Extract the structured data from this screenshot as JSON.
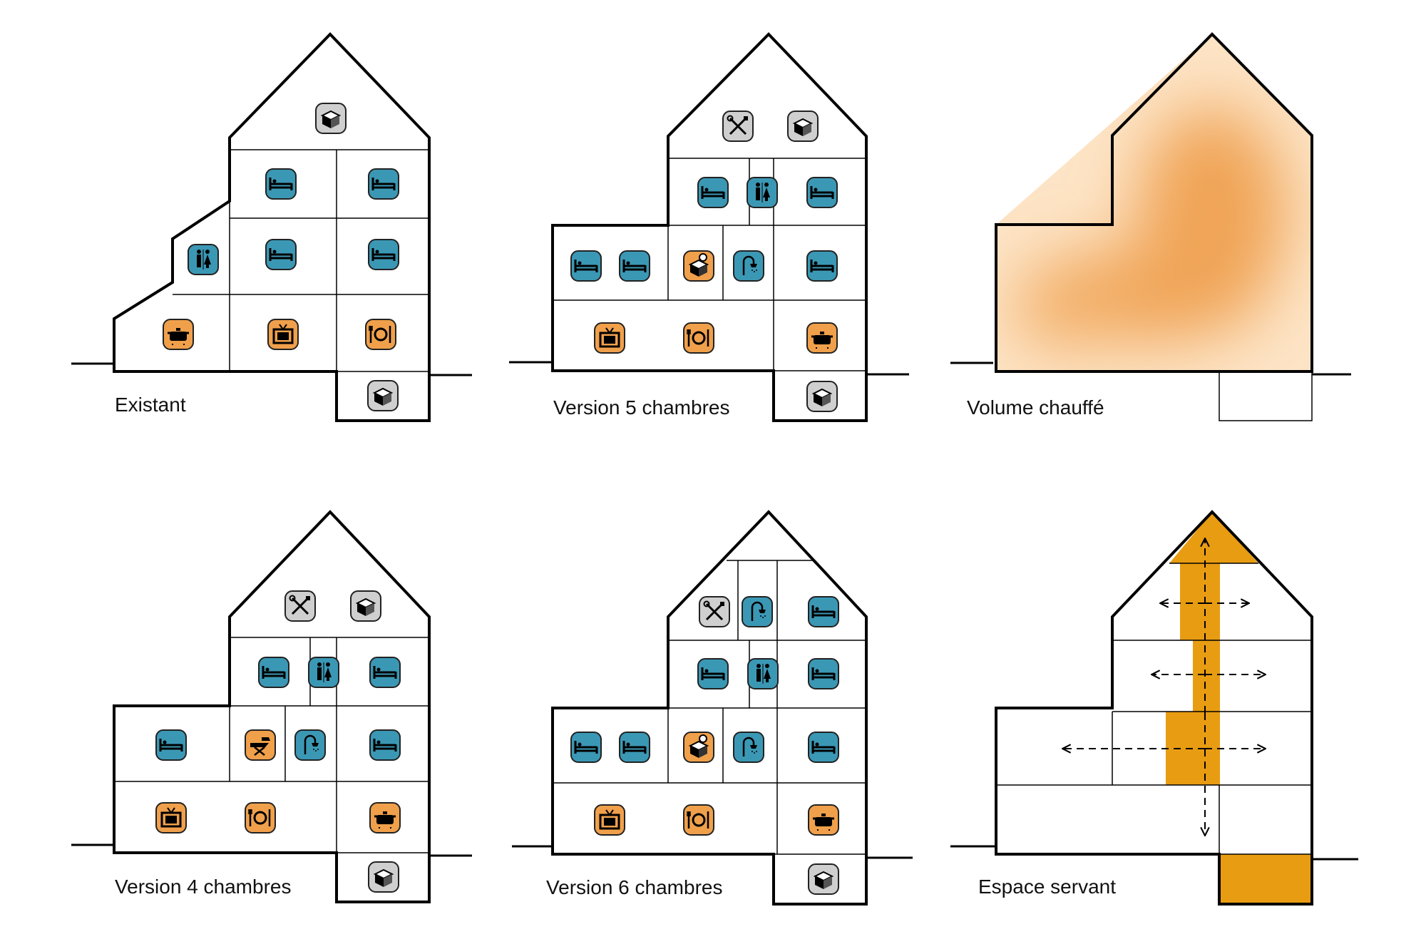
{
  "colors": {
    "bedroom": "#3b98b5",
    "living": "#f0a04b",
    "storage": "#cfcfcf",
    "wall": "#000000",
    "heated": "#f2ae62",
    "servant": "#e89c12"
  },
  "panels": {
    "existant": {
      "label": "Existant",
      "icons": [
        {
          "name": "storage-box-icon",
          "cat": "storage"
        },
        {
          "name": "bed-icon",
          "cat": "bedroom"
        },
        {
          "name": "bed-icon",
          "cat": "bedroom"
        },
        {
          "name": "toilet-icon",
          "cat": "bedroom"
        },
        {
          "name": "bed-icon",
          "cat": "bedroom"
        },
        {
          "name": "bed-icon",
          "cat": "bedroom"
        },
        {
          "name": "cooking-pot-icon",
          "cat": "living"
        },
        {
          "name": "television-icon",
          "cat": "living"
        },
        {
          "name": "dining-icon",
          "cat": "living"
        },
        {
          "name": "storage-box-icon",
          "cat": "storage"
        }
      ]
    },
    "v5": {
      "label": "Version 5 chambres",
      "icons": [
        {
          "name": "tools-icon",
          "cat": "storage"
        },
        {
          "name": "storage-box-icon",
          "cat": "storage"
        },
        {
          "name": "bed-icon",
          "cat": "bedroom"
        },
        {
          "name": "toilet-icon",
          "cat": "bedroom"
        },
        {
          "name": "bed-icon",
          "cat": "bedroom"
        },
        {
          "name": "bed-icon",
          "cat": "bedroom"
        },
        {
          "name": "bed-icon",
          "cat": "bedroom"
        },
        {
          "name": "laundry-icon",
          "cat": "living"
        },
        {
          "name": "shower-icon",
          "cat": "bedroom"
        },
        {
          "name": "bed-icon",
          "cat": "bedroom"
        },
        {
          "name": "television-icon",
          "cat": "living"
        },
        {
          "name": "dining-icon",
          "cat": "living"
        },
        {
          "name": "cooking-pot-icon",
          "cat": "living"
        },
        {
          "name": "storage-box-icon",
          "cat": "storage"
        }
      ]
    },
    "volume": {
      "label": "Volume chauffé"
    },
    "v4": {
      "label": "Version 4 chambres",
      "icons": [
        {
          "name": "tools-icon",
          "cat": "storage"
        },
        {
          "name": "storage-box-icon",
          "cat": "storage"
        },
        {
          "name": "bed-icon",
          "cat": "bedroom"
        },
        {
          "name": "toilet-icon",
          "cat": "bedroom"
        },
        {
          "name": "bed-icon",
          "cat": "bedroom"
        },
        {
          "name": "bed-icon",
          "cat": "bedroom"
        },
        {
          "name": "ironing-board-icon",
          "cat": "living"
        },
        {
          "name": "shower-icon",
          "cat": "bedroom"
        },
        {
          "name": "bed-icon",
          "cat": "bedroom"
        },
        {
          "name": "television-icon",
          "cat": "living"
        },
        {
          "name": "dining-icon",
          "cat": "living"
        },
        {
          "name": "cooking-pot-icon",
          "cat": "living"
        },
        {
          "name": "storage-box-icon",
          "cat": "storage"
        }
      ]
    },
    "v6": {
      "label": "Version 6 chambres",
      "icons": [
        {
          "name": "tools-icon",
          "cat": "storage"
        },
        {
          "name": "shower-icon",
          "cat": "bedroom"
        },
        {
          "name": "bed-icon",
          "cat": "bedroom"
        },
        {
          "name": "bed-icon",
          "cat": "bedroom"
        },
        {
          "name": "toilet-icon",
          "cat": "bedroom"
        },
        {
          "name": "bed-icon",
          "cat": "bedroom"
        },
        {
          "name": "bed-icon",
          "cat": "bedroom"
        },
        {
          "name": "bed-icon",
          "cat": "bedroom"
        },
        {
          "name": "laundry-icon",
          "cat": "living"
        },
        {
          "name": "shower-icon",
          "cat": "bedroom"
        },
        {
          "name": "bed-icon",
          "cat": "bedroom"
        },
        {
          "name": "television-icon",
          "cat": "living"
        },
        {
          "name": "dining-icon",
          "cat": "living"
        },
        {
          "name": "cooking-pot-icon",
          "cat": "living"
        },
        {
          "name": "storage-box-icon",
          "cat": "storage"
        }
      ]
    },
    "servant": {
      "label": "Espace servant"
    }
  }
}
